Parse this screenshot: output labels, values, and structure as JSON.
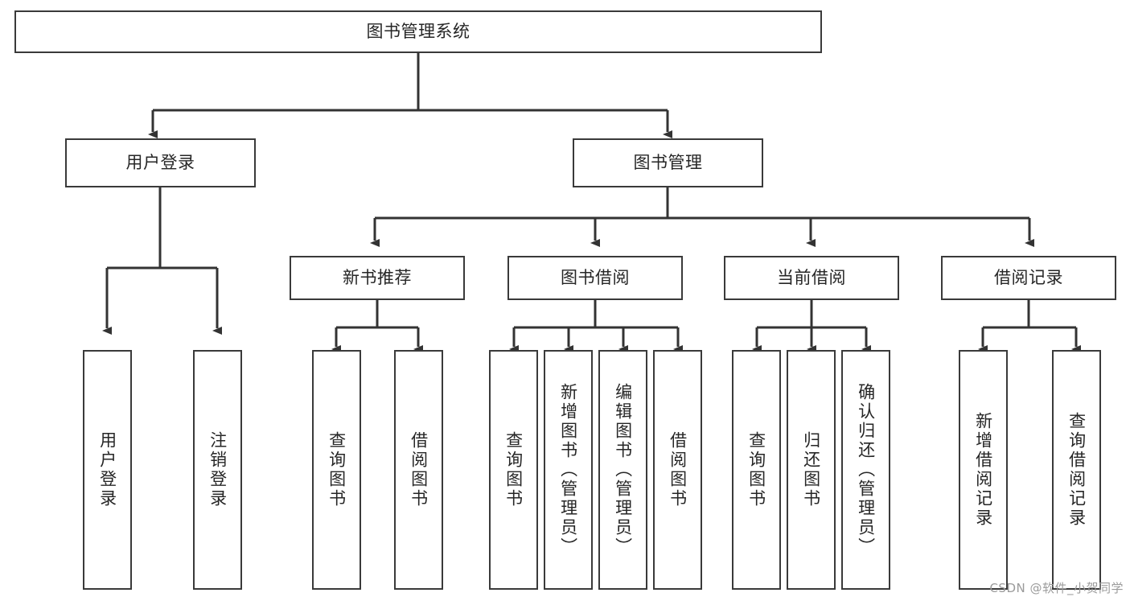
{
  "diagram": {
    "title": "图书管理系统",
    "type": "tree-hierarchy-chart",
    "orientation": "top-down",
    "colors": {
      "box_border": "#3a3a3a",
      "box_fill": "#ffffff",
      "connector": "#333333",
      "text": "#262626",
      "watermark": "#9b9b9b",
      "background": "#ffffff"
    },
    "root": {
      "label": "图书管理系统"
    },
    "level2": [
      {
        "id": "user-login",
        "label": "用户登录"
      },
      {
        "id": "book-management",
        "label": "图书管理"
      }
    ],
    "level3": [
      {
        "id": "new-book-recommend",
        "label": "新书推荐",
        "parent": "book-management"
      },
      {
        "id": "book-borrow",
        "label": "图书借阅",
        "parent": "book-management"
      },
      {
        "id": "current-borrow",
        "label": "当前借阅",
        "parent": "book-management"
      },
      {
        "id": "borrow-record",
        "label": "借阅记录",
        "parent": "book-management"
      }
    ],
    "leaves": {
      "user_login": [
        {
          "id": "leaf-user-login",
          "label": "用户登录"
        },
        {
          "id": "leaf-logout",
          "label": "注销登录"
        }
      ],
      "new_book_recommend": [
        {
          "id": "leaf-query-book-1",
          "label": "查询图书"
        },
        {
          "id": "leaf-borrow-book-1",
          "label": "借阅图书"
        }
      ],
      "book_borrow": [
        {
          "id": "leaf-query-book-2",
          "label": "查询图书"
        },
        {
          "id": "leaf-add-book",
          "label": "新增图书（管理员）"
        },
        {
          "id": "leaf-edit-book",
          "label": "编辑图书（管理员）"
        },
        {
          "id": "leaf-borrow-book-2",
          "label": "借阅图书"
        }
      ],
      "current_borrow": [
        {
          "id": "leaf-query-book-3",
          "label": "查询图书"
        },
        {
          "id": "leaf-return-book",
          "label": "归还图书"
        },
        {
          "id": "leaf-confirm-return",
          "label": "确认归还（管理员）"
        }
      ],
      "borrow_record": [
        {
          "id": "leaf-add-record",
          "label": "新增借阅记录"
        },
        {
          "id": "leaf-query-record",
          "label": "查询借阅记录"
        }
      ]
    }
  },
  "watermark": {
    "text": "CSDN @软件_小贺同学"
  }
}
